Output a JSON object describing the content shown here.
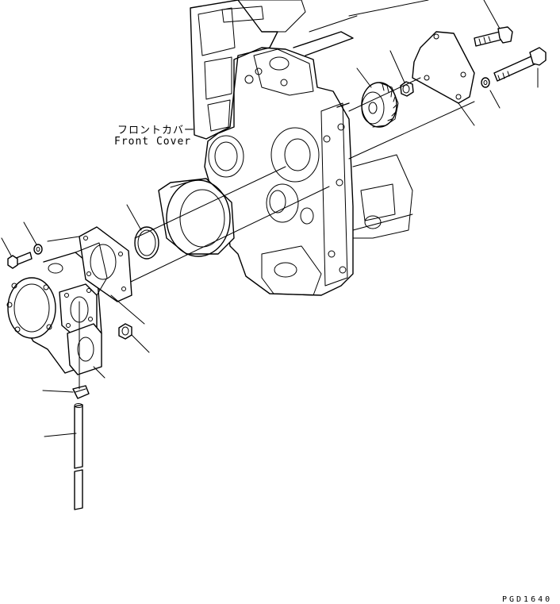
{
  "labels": {
    "front_cover_jp": "フロントカバー",
    "front_cover_en": "Front Cover",
    "drawing_number": "PGD1640"
  }
}
